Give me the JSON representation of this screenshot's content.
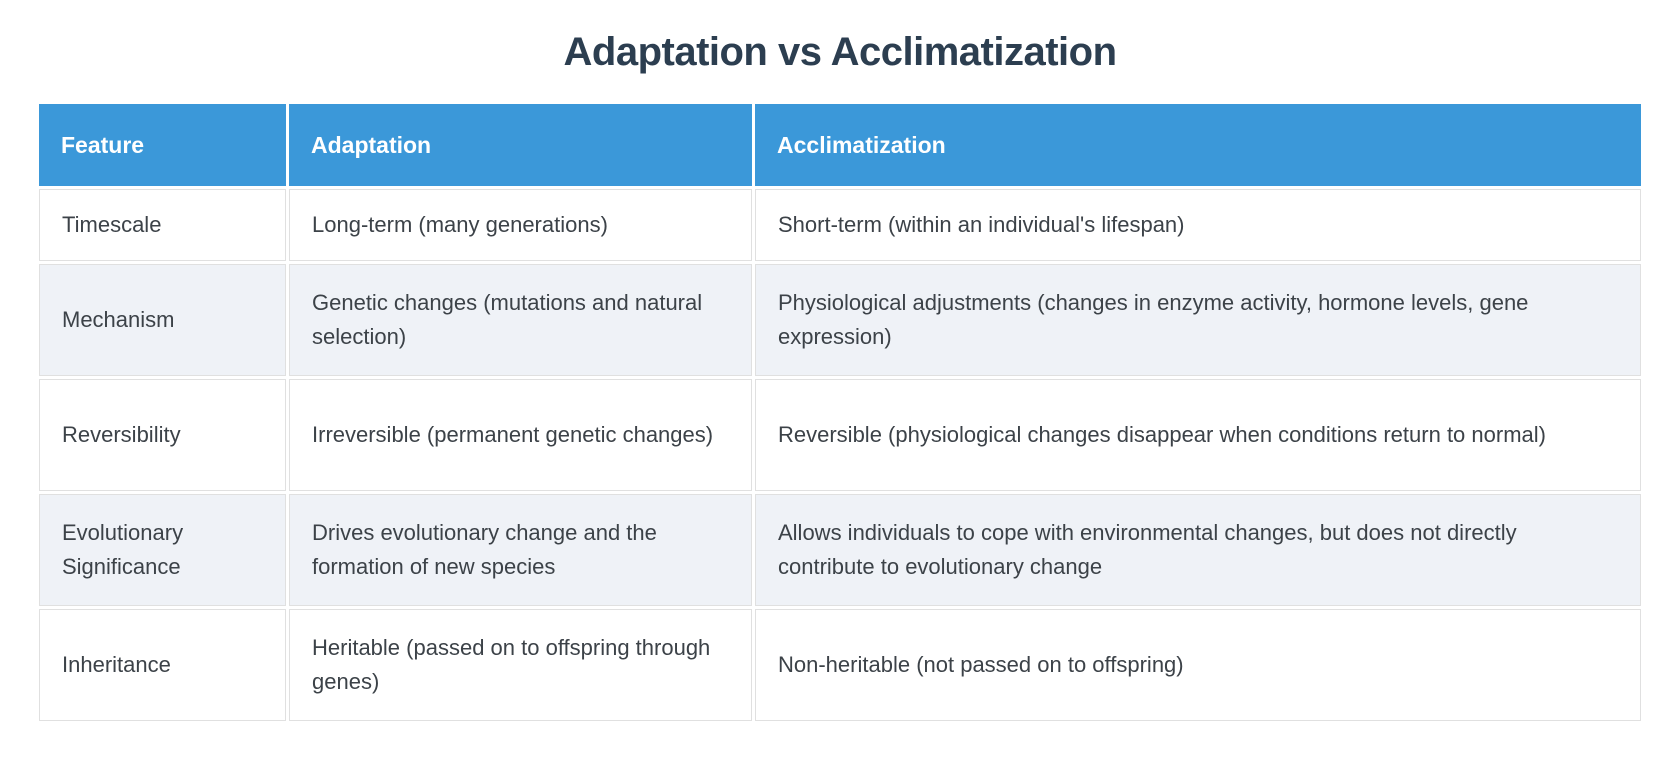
{
  "title": "Adaptation vs Acclimatization",
  "table": {
    "headers": {
      "feature": "Feature",
      "adaptation": "Adaptation",
      "acclimatization": "Acclimatization"
    },
    "rows": [
      {
        "feature": "Timescale",
        "adaptation": "Long-term (many generations)",
        "acclimatization": "Short-term (within an individual's lifespan)"
      },
      {
        "feature": "Mechanism",
        "adaptation": "Genetic changes (mutations and natural selection)",
        "acclimatization": "Physiological adjustments (changes in enzyme activity, hormone levels, gene expression)"
      },
      {
        "feature": "Reversibility",
        "adaptation": "Irreversible (permanent genetic changes)",
        "acclimatization": "Reversible (physiological changes disappear when conditions return to normal)"
      },
      {
        "feature": "Evolutionary Significance",
        "adaptation": "Drives evolutionary change and the formation of new species",
        "acclimatization": "Allows individuals to cope with environmental changes, but does not directly contribute to evolutionary change"
      },
      {
        "feature": "Inheritance",
        "adaptation": "Heritable (passed on to offspring through genes)",
        "acclimatization": "Non-heritable (not passed on to offspring)"
      }
    ]
  },
  "colors": {
    "header_bg": "#3b98d9",
    "header_text": "#ffffff",
    "title_text": "#2c3e50",
    "body_text": "#3c4248",
    "row_bg": "#ffffff",
    "alt_row_bg": "#eff2f7",
    "cell_border": "#e0e0e0"
  }
}
